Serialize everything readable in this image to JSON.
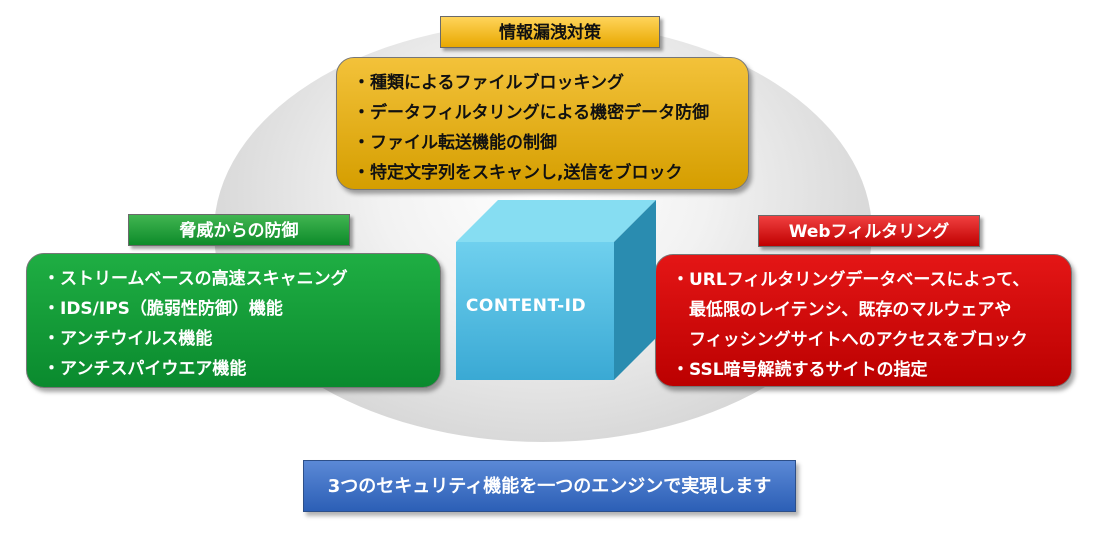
{
  "center": {
    "label": "CONTENT-ID",
    "cube_front_color": "#52c3e6",
    "cube_top_color": "#86ddf2",
    "cube_side_color": "#2a8cb0"
  },
  "sections": {
    "info_leak": {
      "title": "情報漏洩対策",
      "color": "#e8a800",
      "items": [
        "・種類によるファイルブロッキング",
        "・データフィルタリングによる機密データ防御",
        "・ファイル転送機能の制御",
        "・特定文字列をスキャンし,送信をブロック"
      ]
    },
    "threat_defense": {
      "title": "脅威からの防御",
      "color": "#0d8b2a",
      "items": [
        "・ストリームベースの高速スキャニング",
        "・IDS/IPS（脆弱性防御）機能",
        "・アンチウイルス機能",
        "・アンチスパイウエア機能"
      ]
    },
    "web_filtering": {
      "title": "Webフィルタリング",
      "color": "#c00000",
      "items": [
        "・URLフィルタリングデータベースによって、",
        "　最低限のレイテンシ、既存のマルウェアや",
        "　フィッシングサイトへのアクセスをブロック",
        "・SSL暗号解読するサイトの指定"
      ]
    }
  },
  "footer": {
    "text": "3つのセキュリティ機能を一つのエンジンで実現します",
    "color": "#2c5fb6"
  }
}
